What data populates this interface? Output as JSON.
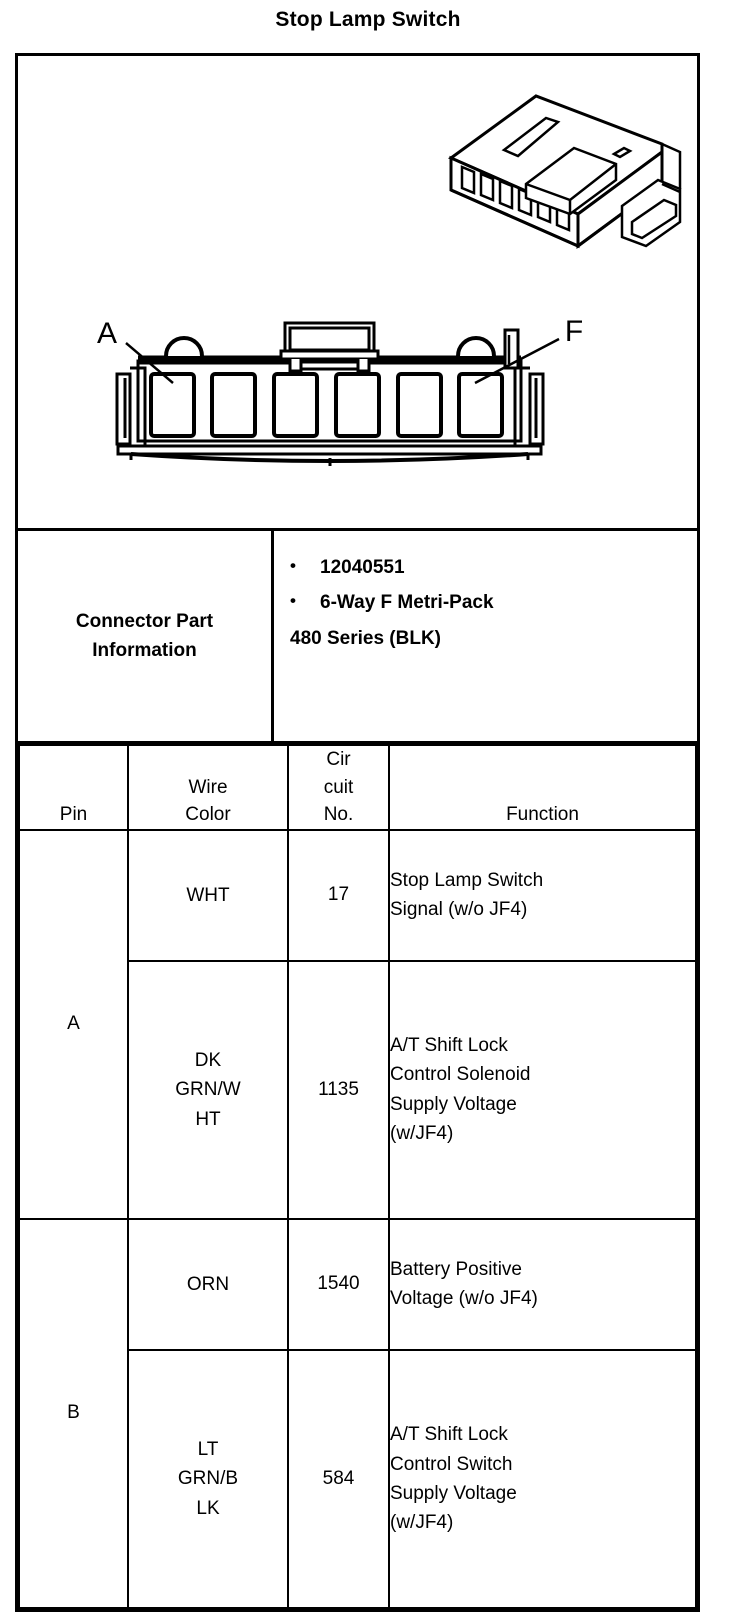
{
  "title": "Stop Lamp Switch",
  "diagram": {
    "name": "connector-diagram",
    "callouts": [
      {
        "label": "A",
        "position": "left"
      },
      {
        "label": "F",
        "position": "right"
      }
    ],
    "cavity_count": 6,
    "views": [
      "isometric-connector-body",
      "face-view-connector"
    ]
  },
  "connector_part_information": {
    "label_line1": "Connector Part",
    "label_line2": "Information",
    "bullets": [
      "12040551",
      "6-Way F Metri-Pack"
    ],
    "tail": "480 Series (BLK)"
  },
  "pin_table": {
    "headers": {
      "pin": "Pin",
      "wire_color_line1": "Wire",
      "wire_color_line2": "Color",
      "circuit_no_line1": "Cir",
      "circuit_no_line2": "cuit",
      "circuit_no_line3": "No.",
      "function": "Function"
    },
    "groups": [
      {
        "pin": "A",
        "rows": [
          {
            "wire_color_lines": [
              "WHT"
            ],
            "circuit_no": "17",
            "function_lines": [
              "Stop Lamp Switch",
              "Signal (w/o JF4)"
            ]
          },
          {
            "wire_color_lines": [
              "DK",
              "GRN/W",
              "HT"
            ],
            "circuit_no": "1135",
            "function_lines": [
              "A/T Shift Lock",
              "Control Solenoid",
              "Supply Voltage",
              "(w/JF4)"
            ]
          }
        ]
      },
      {
        "pin": "B",
        "rows": [
          {
            "wire_color_lines": [
              "ORN"
            ],
            "circuit_no": "1540",
            "function_lines": [
              "Battery Positive",
              "Voltage (w/o JF4)"
            ]
          },
          {
            "wire_color_lines": [
              "LT",
              "GRN/B",
              "LK"
            ],
            "circuit_no": "584",
            "function_lines": [
              "A/T Shift Lock",
              "Control Switch",
              "Supply Voltage",
              "(w/JF4)"
            ]
          }
        ]
      }
    ]
  },
  "colors": {
    "ink": "#000000",
    "paper": "#ffffff"
  }
}
